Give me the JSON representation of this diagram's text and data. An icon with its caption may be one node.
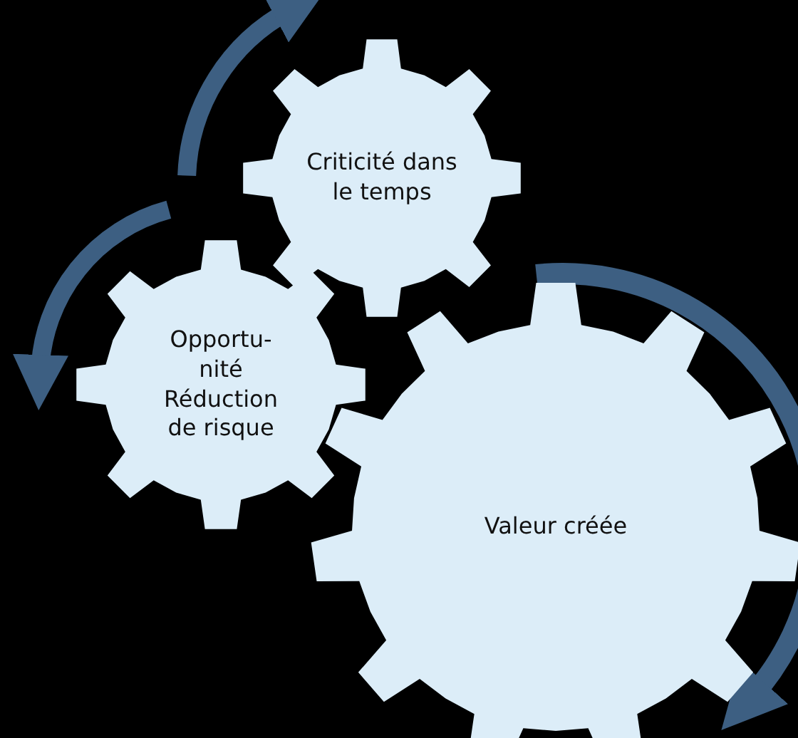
{
  "diagram": {
    "nodes": [
      {
        "text": [
          "Criticité dans le temps"
        ]
      },
      {
        "text": [
          "Opportu- nité Réduction de risque"
        ]
      },
      {
        "text": [
          "Valeur créée"
        ]
      }
    ]
  }
}
